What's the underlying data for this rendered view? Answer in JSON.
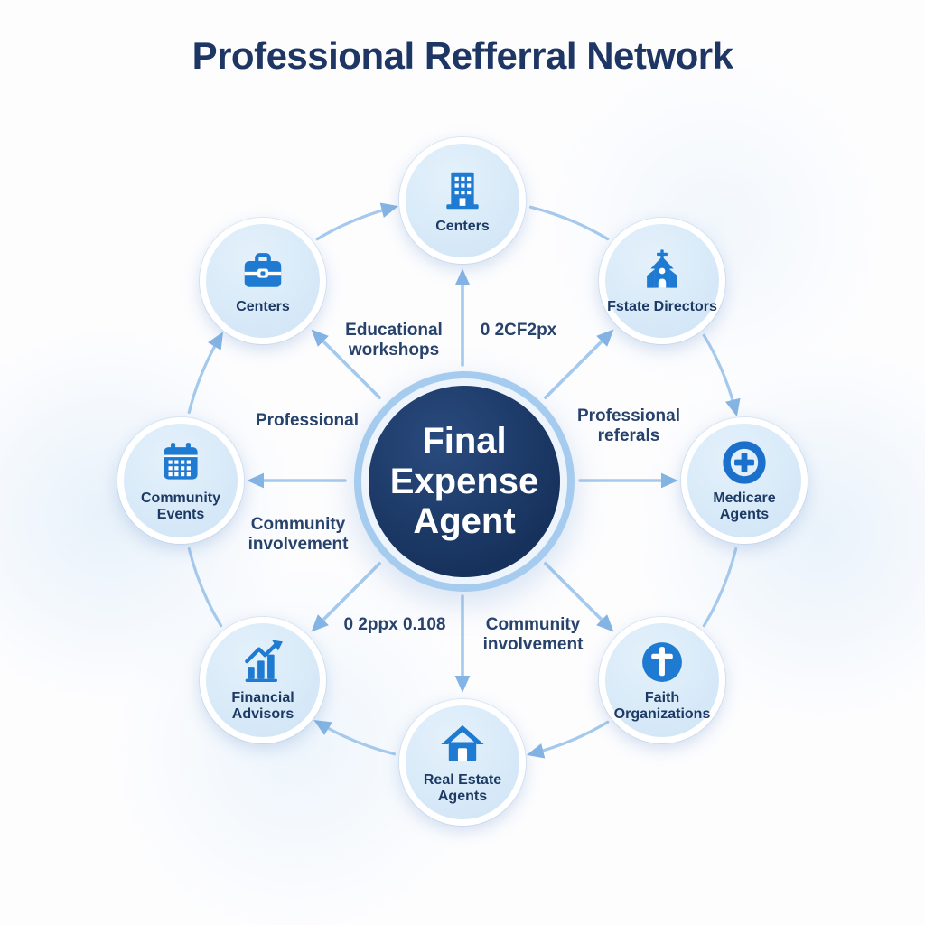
{
  "title": "Professional Refferral Network",
  "hub": {
    "label": "Final Expense Agent"
  },
  "nodes": [
    {
      "id": "centers-top",
      "label": "Centers",
      "icon": "office-building-icon"
    },
    {
      "id": "estate-directors",
      "label": "Fstate Directors",
      "icon": "church-icon"
    },
    {
      "id": "medicare-agents",
      "label": "Medicare Agents",
      "icon": "medical-cross-icon"
    },
    {
      "id": "faith-organizations",
      "label": "Faith Organizations",
      "icon": "cross-icon"
    },
    {
      "id": "real-estate-agents",
      "label": "Real Estate Agents",
      "icon": "house-icon"
    },
    {
      "id": "financial-advisors",
      "label": "Financial Advisors",
      "icon": "bar-chart-icon"
    },
    {
      "id": "community-events",
      "label": "Community Events",
      "icon": "calendar-icon"
    },
    {
      "id": "centers-briefcase",
      "label": "Centers",
      "icon": "briefcase-icon"
    }
  ],
  "edge_labels": {
    "educational_workshops": "Educational workshops",
    "artifact_top_right": "0 2CF2px",
    "professional": "Professional",
    "professional_referals": "Professional referals",
    "community_involvement_left": "Community involvement",
    "artifact_bottom_left": "0 2ppx 0.108",
    "community_involvement_right": "Community involvement"
  },
  "colors": {
    "title_navy": "#1e3663",
    "hub_navy": "#1d3a64",
    "icon_blue": "#1f7ad1",
    "link_blue": "#a5c9ec",
    "arrow_blue": "#84b4e3",
    "node_fill": "#d9eaf8"
  }
}
